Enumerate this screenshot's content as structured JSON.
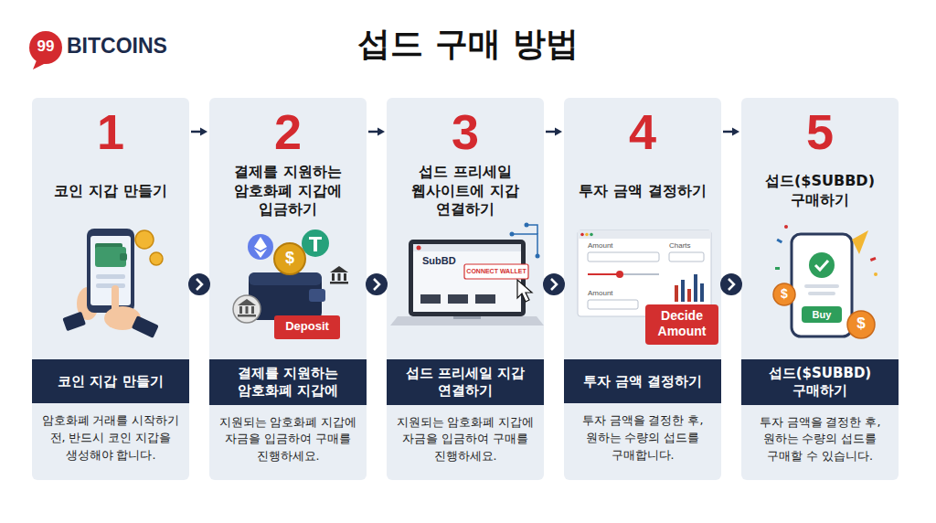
{
  "diagram": {
    "title": "섭드 구매 방법",
    "nodes": [
      {
        "text": [
          "1",
          "코인 지갑 만들기",
          "암호화폐 거래를 시작하기 전, 반드시 코인 지갑을 생성해야 합니다."
        ]
      },
      {
        "text": [
          "코인 지갑 만들기"
        ],
        "in": 0
      },
      {
        "text": [
          "2",
          "결제를 지원하는 암호화폐 지갑에 입금하기",
          "지원되는 암호화폐 지갑에 자금을 입금하여 구매를 진행하세요."
        ]
      },
      {
        "text": [
          "결제를 지원하는 암호화폐 지갑에"
        ],
        "in": 2
      },
      {
        "text": [
          "3",
          "섭드 프리세일 웹사이트에 지갑 연결하기",
          "지원되는 암호화폐 지갑에 자금을 입금하여 구매를 진행하세요."
        ]
      },
      {
        "text": [
          "섭드 프리세일 지갑 연결하기"
        ],
        "in": 4
      },
      {
        "text": [
          "4",
          "투자 금액 결정하기",
          "투자 금액을 결정한 후, 원하는 수량의 섭드를 구매합니다."
        ]
      },
      {
        "text": [
          "투자 금액 결정하기"
        ],
        "in": 6
      },
      {
        "text": [
          "5",
          "섭드($SUBBD) 구매하기",
          "투자 금액을 결정한 후, 원하는 수량의 섭드를 구매할 수 있습니다."
        ]
      },
      {
        "text": [
          "섭드($SUBBD) 구매하기"
        ],
        "in": 8
      }
    ],
    "edges": [
      {
        "from": 0,
        "to": 2,
        "arrow": "to"
      },
      {
        "from": 2,
        "to": 4,
        "arrow": "to"
      },
      {
        "from": 4,
        "to": 6,
        "arrow": "to"
      },
      {
        "from": 6,
        "to": 8,
        "arrow": "to"
      }
    ],
    "labels": [
      "99",
      "BITCOINS",
      "Deposit",
      "SubBD",
      "CONNECT WALLET",
      "Amount",
      "Charts",
      "Amount",
      "Decide Amount",
      "Buy",
      "$",
      "$",
      "$"
    ]
  }
}
